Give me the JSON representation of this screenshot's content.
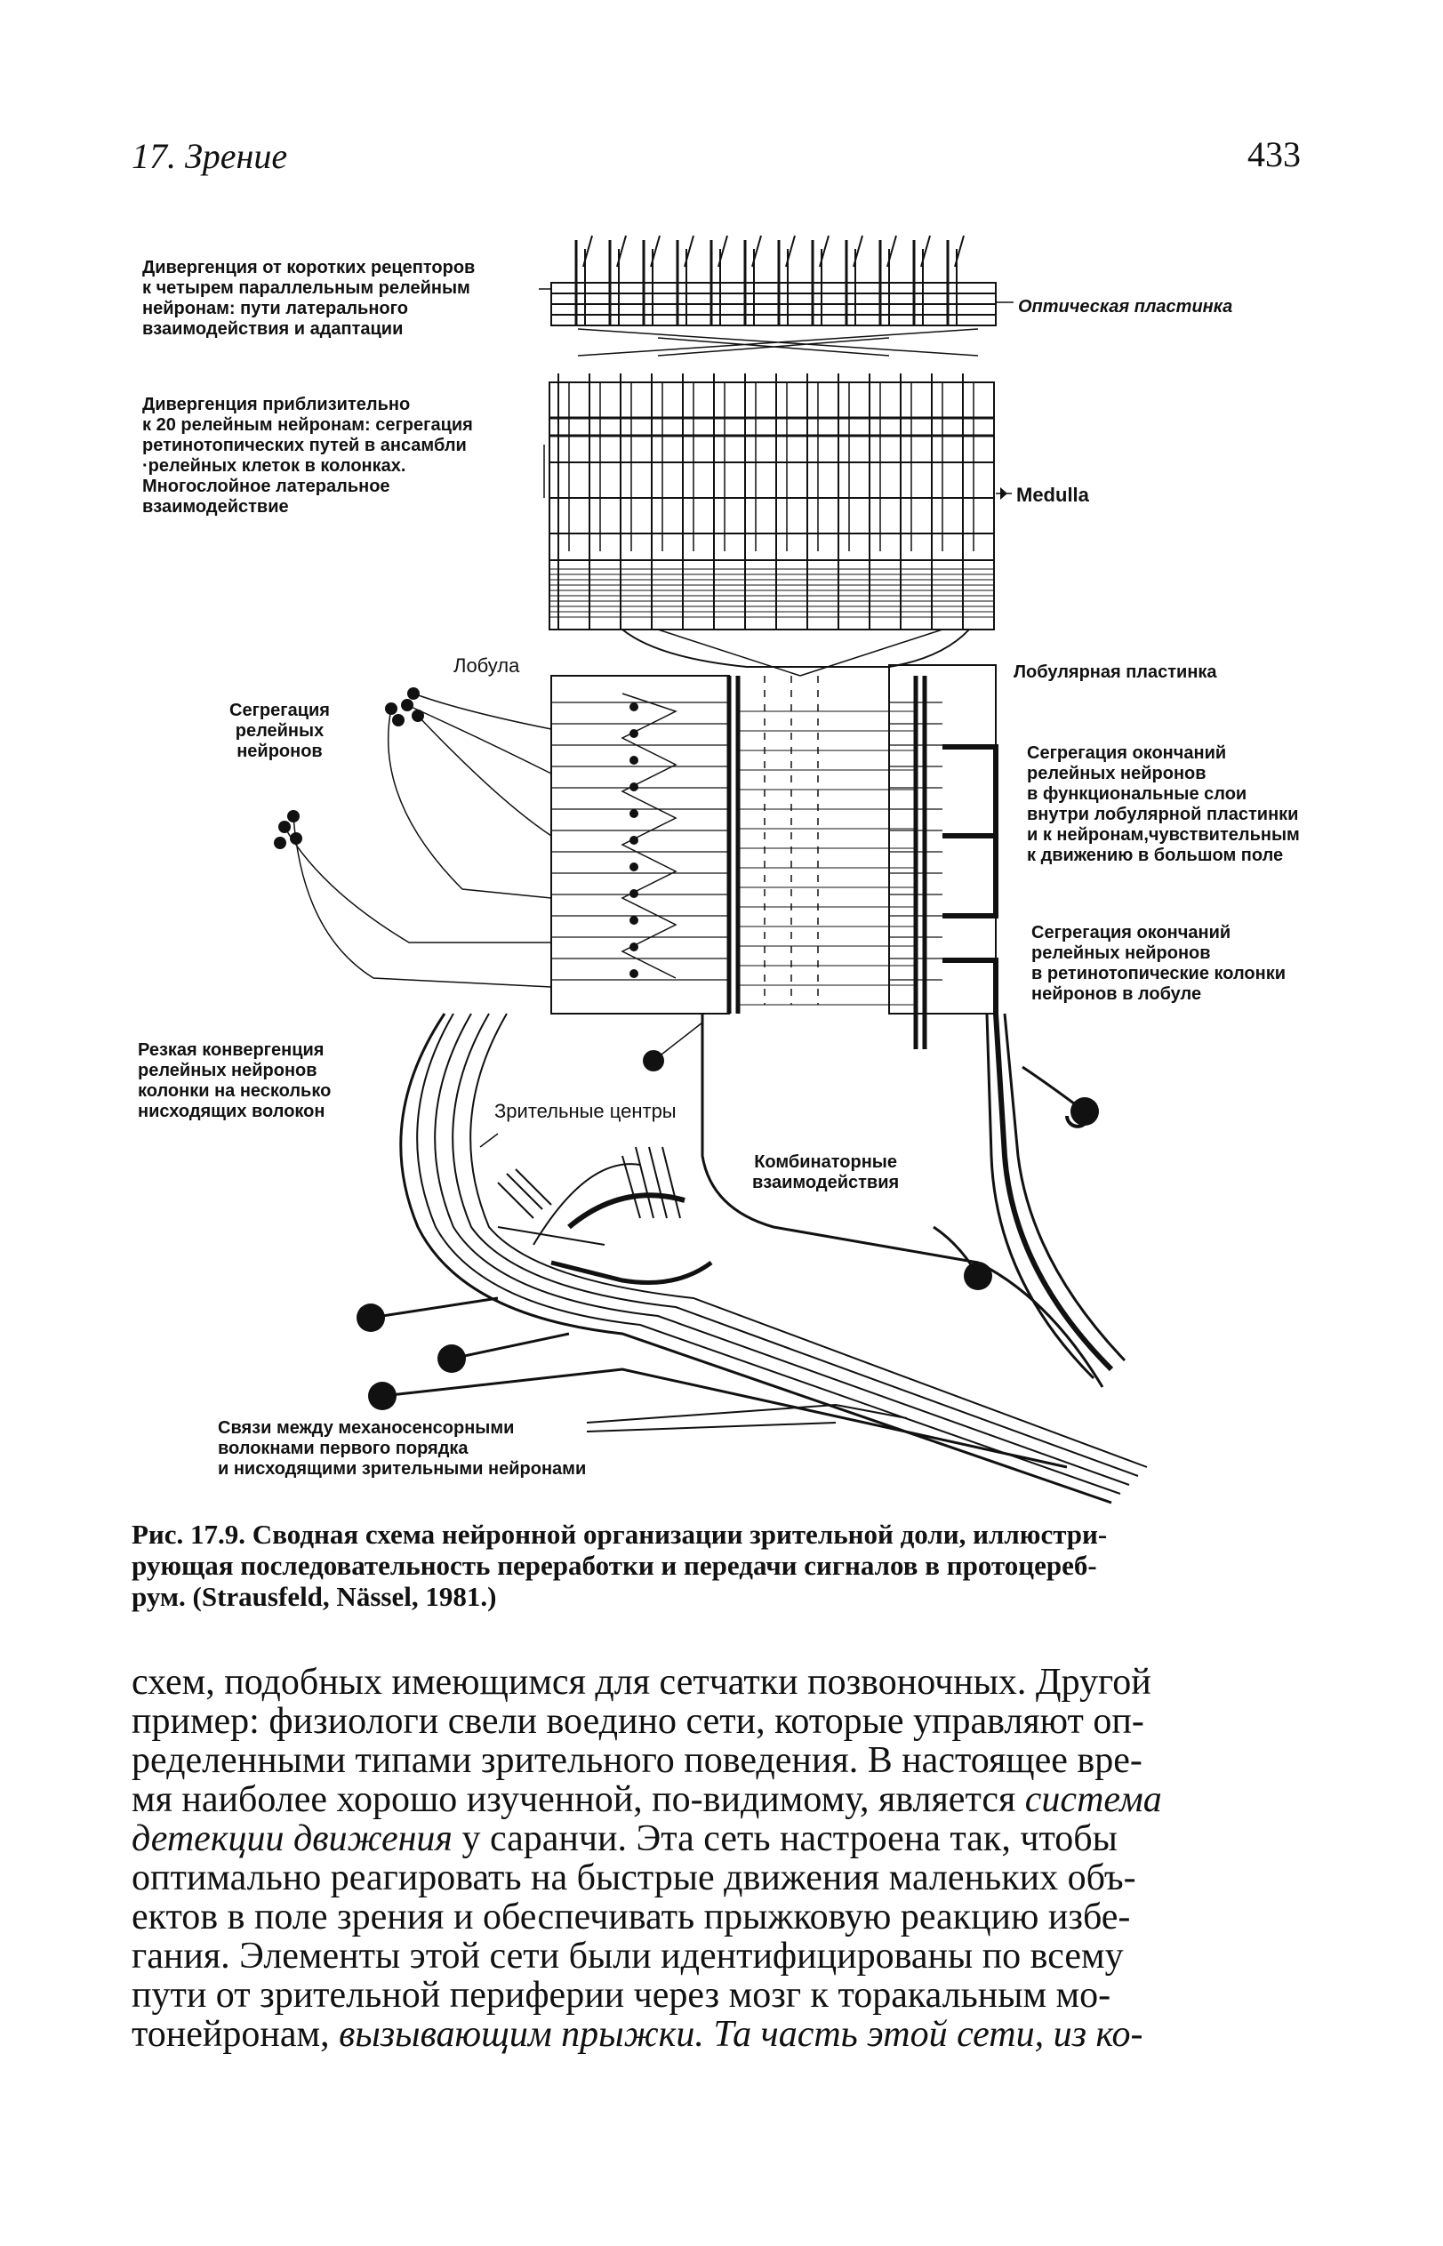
{
  "header": {
    "chapter": "17. Зрение",
    "page_number": "433"
  },
  "figure": {
    "labels": {
      "divergence_short": "Дивергенция от коротких рецепторов\nк четырем параллельным релейным\nнейронам: пути латерального\nвзаимодействия и адаптации",
      "divergence_20": "Дивергенция приблизительно\nк 20 релейным нейронам: сегрегация\nретинотопических путей в ансамбли\n·релейных клеток в колонках.\nМногослойное латеральное\nвзаимодействие",
      "optic_lamina": "Оптическая пластинка",
      "medulla": "Medulla",
      "lobula": "Лобула",
      "lobula_plate": "Лобулярная пластинка",
      "relay_segregation": "Сегрегация\nрелейных\nнейронов",
      "endings_functional": "Сегрегация окончаний\nрелейных нейронов\nв функциональные слои\nвнутри лобулярной пластинки\nи к нейронам,чувствительным\nк движению в большом поле",
      "endings_retinotopic": "Сегрегация окончаний\nрелейных нейронов\nв ретинотопические колонки\nнейронов в лобуле",
      "sharp_convergence": "Резкая конвергенция\nрелейных нейронов\nколонки на несколько\nнисходящих волокон",
      "visual_centers": "Зрительные центры",
      "combinatory": "Комбинаторные\nвзаимодействия",
      "mechanosensory": "Связи между механосенсорными\nволокнами первого порядка\nи нисходящими зрительными нейронами"
    }
  },
  "caption": "Рис. 17.9. Сводная схема нейронной организации зрительной доли, иллюстри-\nрующая последовательность переработки и передачи сигналов в протоцереб-\nрум. (Strausfeld, Nässel, 1981.)",
  "body": {
    "part1": "схем, подобных имеющимся для сетчатки позвоночных. Другой\nпример: физиологи свели воедино сети, которые управляют оп-\nределенными типами зрительного поведения. В настоящее вре-\nмя наиболее хорошо изученной, по-видимому, является ",
    "term1": "система\nдетекции движения",
    "part2": " у саранчи. Эта сеть настроена так, чтобы\nоптимально реагировать на быстрые движения маленьких объ-\nектов в поле зрения и обеспечивать прыжковую реакцию избе-\nгания. Элементы этой сети были идентифицированы по всему\nпути от зрительной периферии через мозг к торакальным мо-\nтонейронам, ",
    "term2": "вызывающим прыжки. Та часть этой сети, из ко-"
  }
}
